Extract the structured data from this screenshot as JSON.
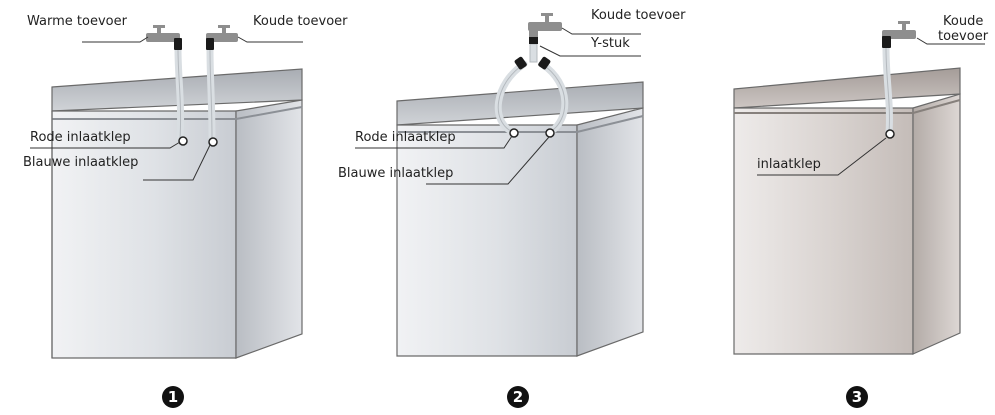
{
  "colors": {
    "hose": "#d9dee2",
    "tap": "#8e8e8e",
    "marker": "#111111"
  },
  "panels": [
    {
      "number": "1",
      "labels": {
        "warm_supply": "Warme toevoer",
        "cold_supply": "Koude toevoer",
        "red_valve": "Rode inlaatklep",
        "blue_valve": "Blauwe inlaatklep"
      }
    },
    {
      "number": "2",
      "labels": {
        "cold_supply": "Koude toevoer",
        "y_piece": "Y-stuk",
        "red_valve": "Rode inlaatklep",
        "blue_valve": "Blauwe inlaatklep"
      }
    },
    {
      "number": "3",
      "labels": {
        "cold_supply_line1": "Koude",
        "cold_supply_line2": "toevoer",
        "valve": "inlaatklep"
      }
    }
  ]
}
